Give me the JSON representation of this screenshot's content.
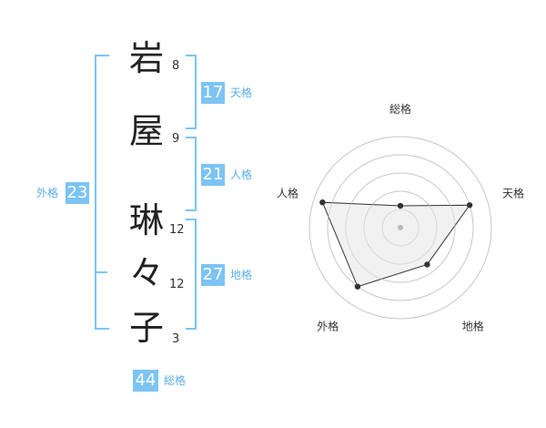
{
  "name": {
    "chars": [
      {
        "char": "岩",
        "strokes": "8"
      },
      {
        "char": "屋",
        "strokes": "9"
      },
      {
        "char": "琳",
        "strokes": "12"
      },
      {
        "char": "々",
        "strokes": "12"
      },
      {
        "char": "子",
        "strokes": "3"
      }
    ]
  },
  "kakusu": {
    "tenkaku": {
      "value": "17",
      "label": "天格"
    },
    "jinkaku": {
      "value": "21",
      "label": "人格"
    },
    "chikaku": {
      "value": "27",
      "label": "地格"
    },
    "gaikaku": {
      "value": "23",
      "label": "外格"
    },
    "soukaku": {
      "value": "44",
      "label": "総格"
    }
  },
  "chart_data": {
    "type": "radar",
    "axes": [
      "総格",
      "天格",
      "地格",
      "外格",
      "人格"
    ],
    "values": [
      1.2,
      4,
      2.5,
      4,
      4.5
    ],
    "max": 5,
    "rings": 5,
    "colors": {
      "fill": "#efefef",
      "line": "#333333",
      "ring": "#cccccc",
      "center": "#bbbbbb"
    }
  }
}
